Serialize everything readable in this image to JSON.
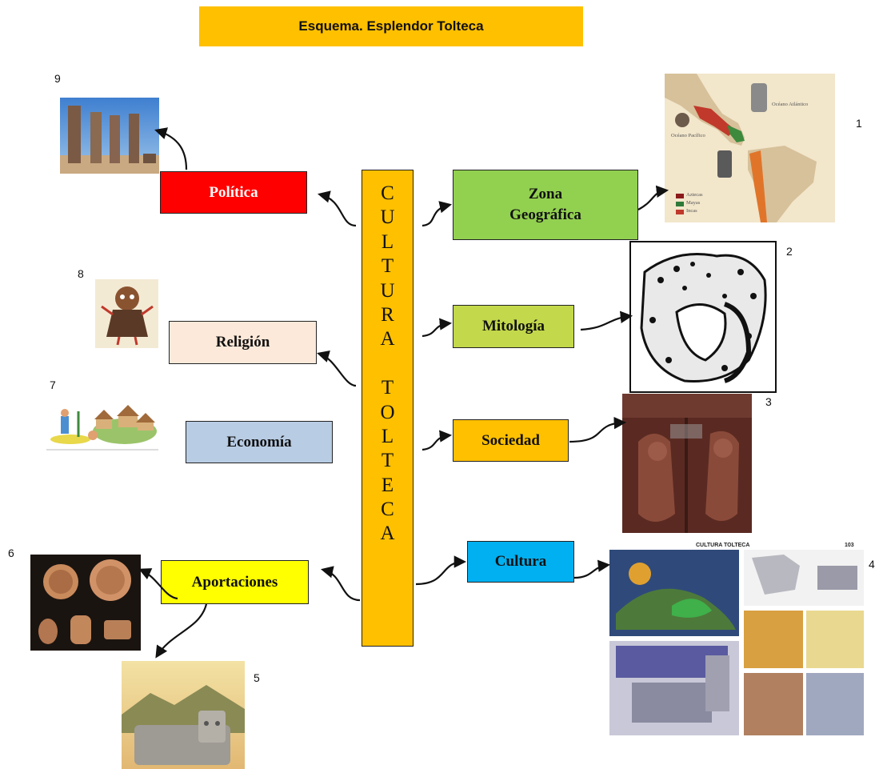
{
  "title": "Esquema. Esplendor Tolteca",
  "center": {
    "letters": [
      "C",
      "U",
      "L",
      "T",
      "U",
      "R",
      "A",
      " ",
      "T",
      "O",
      "L",
      "T",
      "E",
      "C",
      "A"
    ]
  },
  "nodes": {
    "politica": "Política",
    "religion": "Religión",
    "economia": "Economía",
    "aportaciones": "Aportaciones",
    "zona_line1": "Zona",
    "zona_line2": "Geográfica",
    "mitologia": "Mitología",
    "sociedad": "Sociedad",
    "cultura": "Cultura"
  },
  "colors": {
    "title_bg": "#ffc000",
    "center_bg": "#ffc000",
    "politica": "#ff0000",
    "religion": "#fde9d9",
    "economia": "#b8cce4",
    "aportaciones": "#ffff00",
    "zona": "#92d050",
    "mitologia": "#c3d84a",
    "sociedad": "#ffc000",
    "cultura": "#00b0f0"
  },
  "image_numbers": {
    "n1": "1",
    "n2": "2",
    "n3": "3",
    "n4": "4",
    "n5": "5",
    "n6": "6",
    "n7": "7",
    "n8": "8",
    "n9": "9"
  },
  "map_labels": {
    "atlantic": "Océano Atlántico",
    "pacific": "Océano Pacífico",
    "legend": [
      "Aztecas",
      "Mayas",
      "Incas"
    ]
  },
  "poster": {
    "header": "CULTURA TOLTECA",
    "page": "103"
  }
}
